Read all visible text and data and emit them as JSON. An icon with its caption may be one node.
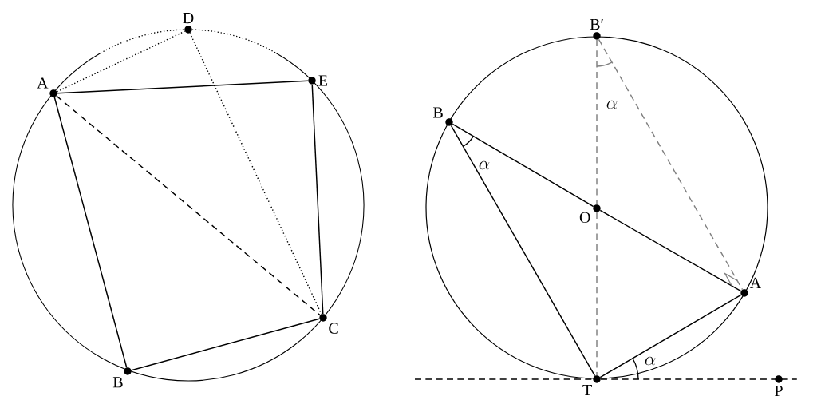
{
  "diagram": {
    "nodes": [
      {
        "text": [
          "A"
        ]
      },
      {
        "text": [
          "B"
        ]
      },
      {
        "text": [
          "C"
        ]
      },
      {
        "text": [
          "D"
        ]
      },
      {
        "text": [
          "E"
        ]
      },
      {
        "text": [
          "B′"
        ]
      },
      {
        "text": [
          "B"
        ]
      },
      {
        "text": [
          "O"
        ]
      },
      {
        "text": [
          "A"
        ]
      },
      {
        "text": [
          "T"
        ]
      },
      {
        "text": [
          "P"
        ]
      }
    ],
    "edges": [
      {
        "from": 0,
        "to": 4,
        "arrow": "none"
      },
      {
        "from": 4,
        "to": 2,
        "arrow": "none"
      },
      {
        "from": 2,
        "to": 1,
        "arrow": "none"
      },
      {
        "from": 1,
        "to": 0,
        "arrow": "none"
      },
      {
        "from": 0,
        "to": 2,
        "arrow": "none",
        "style": "dashed"
      },
      {
        "from": 0,
        "to": 3,
        "arrow": "none",
        "style": "dashed"
      },
      {
        "from": 3,
        "to": 2,
        "arrow": "none",
        "style": "dashed"
      },
      {
        "from": 6,
        "to": 7,
        "arrow": "none"
      },
      {
        "from": 7,
        "to": 8,
        "arrow": "none"
      },
      {
        "from": 5,
        "to": 7,
        "arrow": "none",
        "style": "dashed",
        "color": "#808080"
      },
      {
        "from": 7,
        "to": 9,
        "arrow": "none",
        "style": "dashed",
        "color": "#808080"
      },
      {
        "from": 5,
        "to": 8,
        "arrow": "none",
        "style": "dashed",
        "color": "#808080"
      },
      {
        "from": 6,
        "to": 9,
        "arrow": "none"
      },
      {
        "from": 9,
        "to": 8,
        "arrow": "none"
      },
      {
        "from": null,
        "to": 9,
        "arrow": "none",
        "style": "dashed"
      },
      {
        "from": 9,
        "to": 10,
        "arrow": "none",
        "style": "dashed"
      }
    ],
    "labels": [
      "\\alpha",
      "\\alpha",
      "\\alpha"
    ]
  }
}
